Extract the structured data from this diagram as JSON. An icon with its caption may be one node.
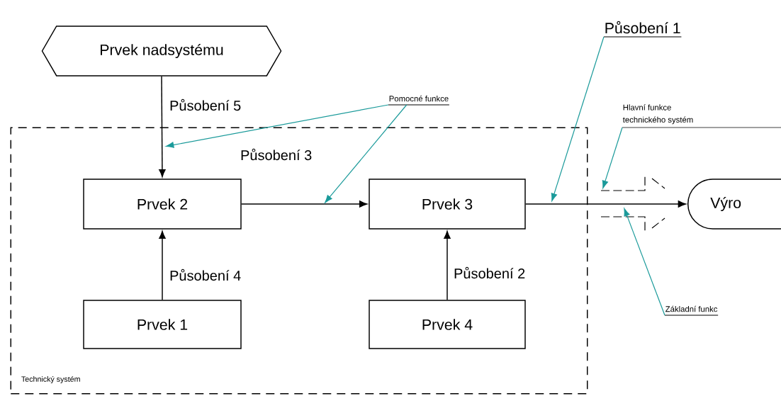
{
  "diagram": {
    "nodes": [
      {
        "text": [
          "Prvek nadsystému"
        ]
      },
      {
        "text": [
          "Technický systém"
        ]
      },
      {
        "text": [
          "Prvek 2"
        ],
        "in": 1
      },
      {
        "text": [
          "Prvek 3"
        ],
        "in": 1
      },
      {
        "text": [
          "Prvek 1"
        ],
        "in": 1
      },
      {
        "text": [
          "Prvek 4"
        ],
        "in": 1
      },
      {
        "text": [
          "Výro"
        ]
      },
      {
        "text": [
          "Působení 1"
        ]
      },
      {
        "text": [
          "Pomocné funkce"
        ]
      },
      {
        "text": [
          "Hlavní funkce technického systém"
        ]
      },
      {
        "text": [
          "Základní funkc"
        ]
      }
    ],
    "edges": [
      {
        "from": 0,
        "to": 2,
        "arrow": "to",
        "label": "Působení 5"
      },
      {
        "from": 2,
        "to": 3,
        "arrow": "to",
        "label": "Působení 3"
      },
      {
        "from": 4,
        "to": 2,
        "arrow": "to",
        "label": "Působení 4"
      },
      {
        "from": 5,
        "to": 3,
        "arrow": "to",
        "label": "Působení 2"
      },
      {
        "from": 3,
        "to": 6,
        "arrow": "to"
      },
      {
        "from": 7,
        "to": null,
        "arrow": "to",
        "color": "#1a9a9a"
      },
      {
        "from": 8,
        "to": null,
        "arrow": "to",
        "color": "#1a9a9a"
      },
      {
        "from": 8,
        "to": null,
        "arrow": "to",
        "color": "#1a9a9a"
      },
      {
        "from": 9,
        "to": null,
        "arrow": "to",
        "color": "#1a9a9a"
      },
      {
        "from": 10,
        "to": null,
        "arrow": "to",
        "color": "#1a9a9a"
      }
    ]
  }
}
